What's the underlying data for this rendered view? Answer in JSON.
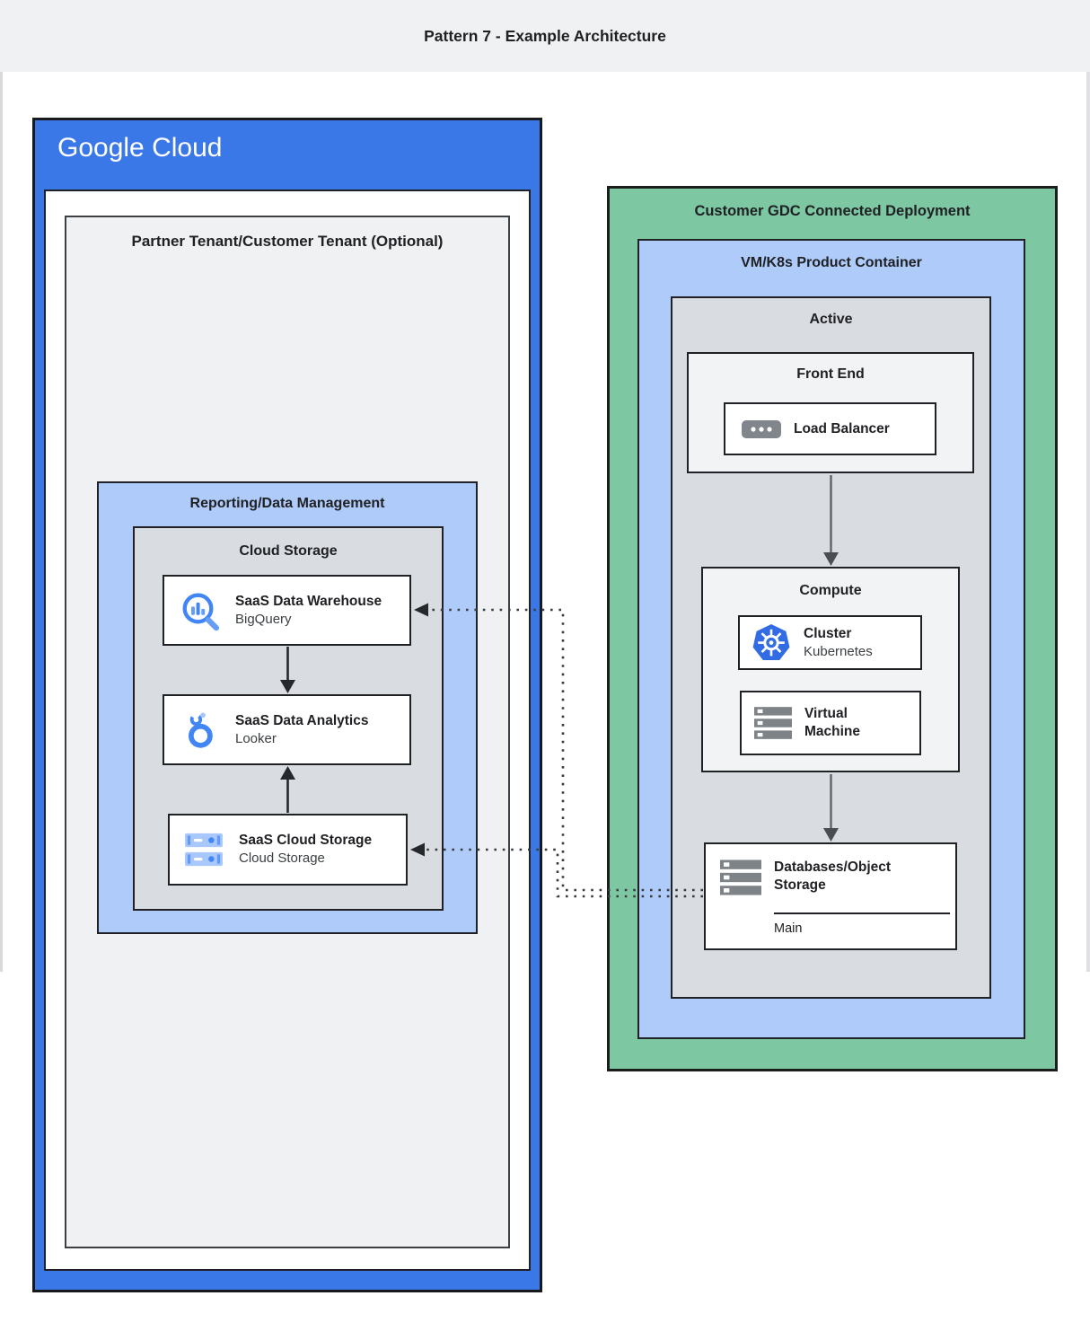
{
  "header": {
    "title": "Pattern 7 - Example Architecture"
  },
  "google_cloud": {
    "logo": "Google Cloud",
    "partner_tenant": {
      "title": "Partner Tenant/Customer Tenant (Optional)",
      "reporting": {
        "title": "Reporting/Data Management",
        "cloud_storage": {
          "title": "Cloud Storage",
          "cards": [
            {
              "title": "SaaS Data Warehouse",
              "subtitle": "BigQuery",
              "icon": "bigquery-icon"
            },
            {
              "title": "SaaS Data Analytics",
              "subtitle": "Looker",
              "icon": "looker-icon"
            },
            {
              "title": "SaaS Cloud Storage",
              "subtitle": "Cloud Storage",
              "icon": "cloud-storage-icon"
            }
          ]
        }
      }
    }
  },
  "gdc": {
    "title": "Customer GDC Connected Deployment",
    "vmk8s": {
      "title": "VM/K8s Product Container",
      "active": {
        "title": "Active",
        "front_end": {
          "title": "Front End",
          "card": {
            "title": "Load Balancer",
            "icon": "load-balancer-icon"
          }
        },
        "compute": {
          "title": "Compute",
          "cards": [
            {
              "title": "Cluster",
              "subtitle": "Kubernetes",
              "icon": "kubernetes-icon"
            },
            {
              "title": "Virtual Machine",
              "icon": "virtual-machine-icon"
            }
          ]
        },
        "databases": {
          "title": "Databases/Object Storage",
          "label": "Main",
          "icon": "storage-stack-icon"
        }
      }
    }
  },
  "colors": {
    "google_blue": "#3B78E7",
    "light_blue": "#AECBFA",
    "container_gray": "#D9DCE0",
    "panel_gray": "#F1F3F4",
    "green": "#7DC8A3",
    "kubernetes_blue": "#326CE5",
    "icon_blue": "#4285F4",
    "icon_blue_light": "#669DF6",
    "icon_blue_pale": "#A8C7FA",
    "icon_gray": "#80868B",
    "text": "#202124"
  }
}
